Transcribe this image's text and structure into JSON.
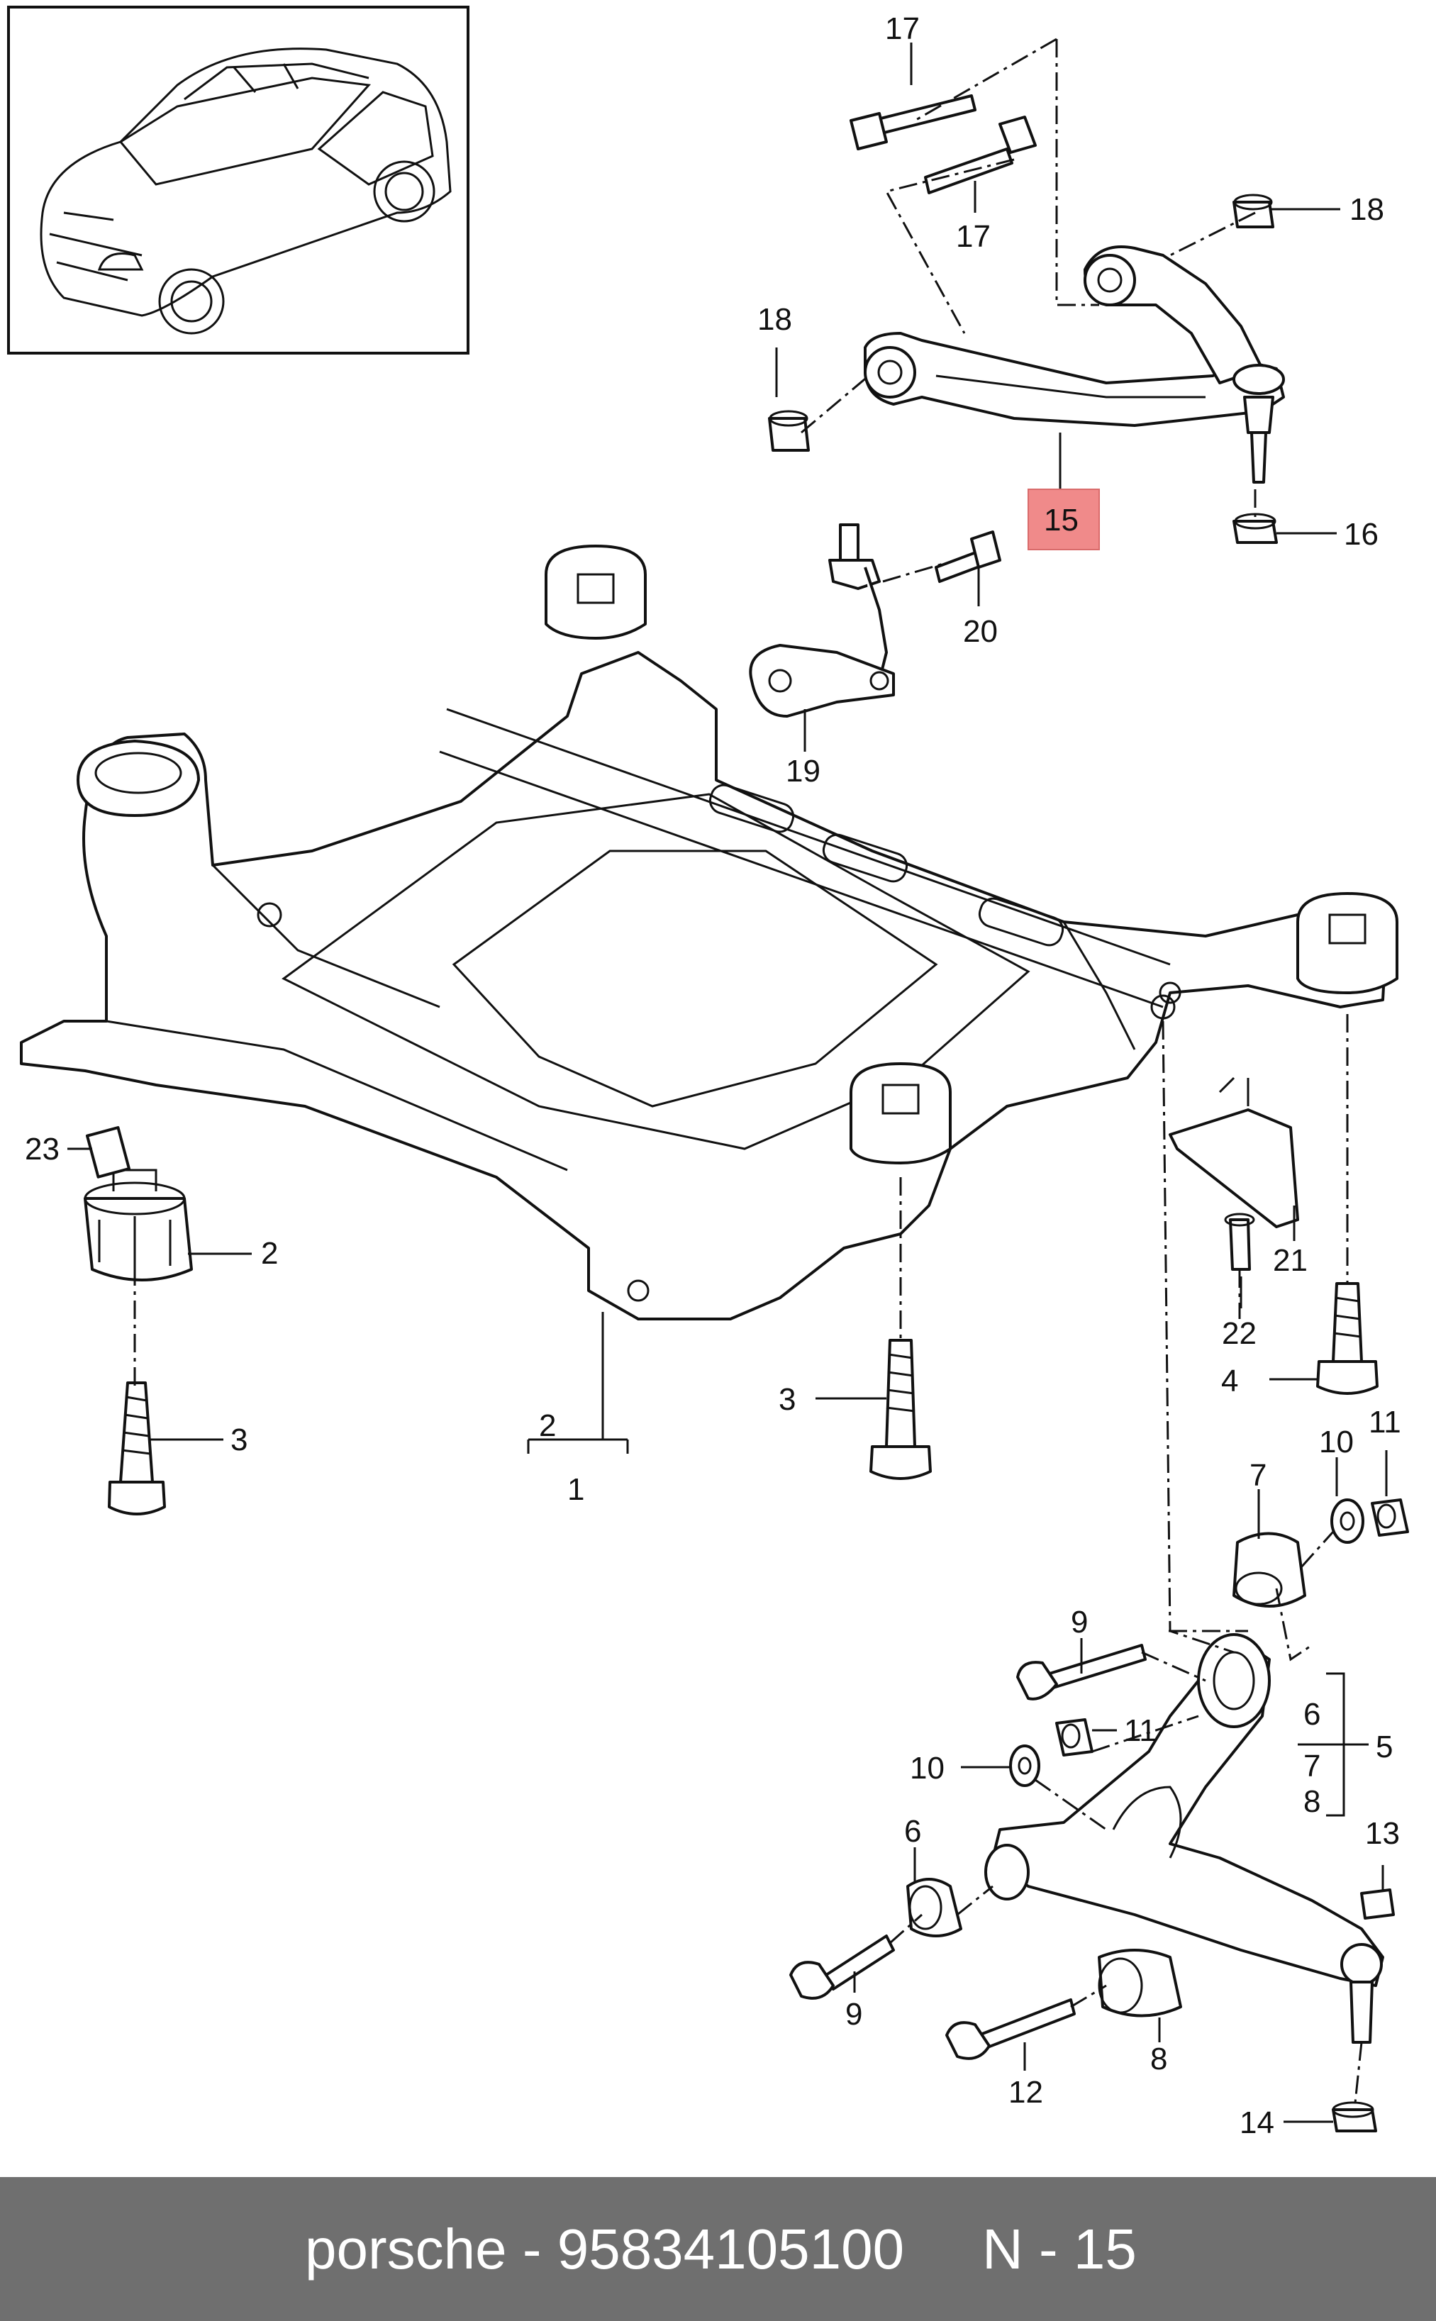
{
  "diagram": {
    "callouts": {
      "c17a": "17",
      "c17b": "17",
      "c18a": "18",
      "c18b": "18",
      "c15": "15",
      "c16": "16",
      "c20": "20",
      "c19": "19",
      "c23": "23",
      "c2a": "2",
      "c3a": "3",
      "c2b": "2",
      "c1": "1",
      "c3b": "3",
      "c21": "21",
      "c22": "22",
      "c4": "4",
      "c10a": "10",
      "c11a": "11",
      "c7a": "7",
      "c9a": "9",
      "c6a": "6",
      "c5": "5",
      "c7b": "7",
      "c8a": "8",
      "c11b": "11",
      "c10b": "10",
      "c6b": "6",
      "c13": "13",
      "c9b": "9",
      "c12": "12",
      "c8b": "8",
      "c14": "14"
    },
    "highlight_color": "#f08a8a"
  },
  "footer": {
    "text": "porsche - 95834105100",
    "ref": "N - 15"
  }
}
